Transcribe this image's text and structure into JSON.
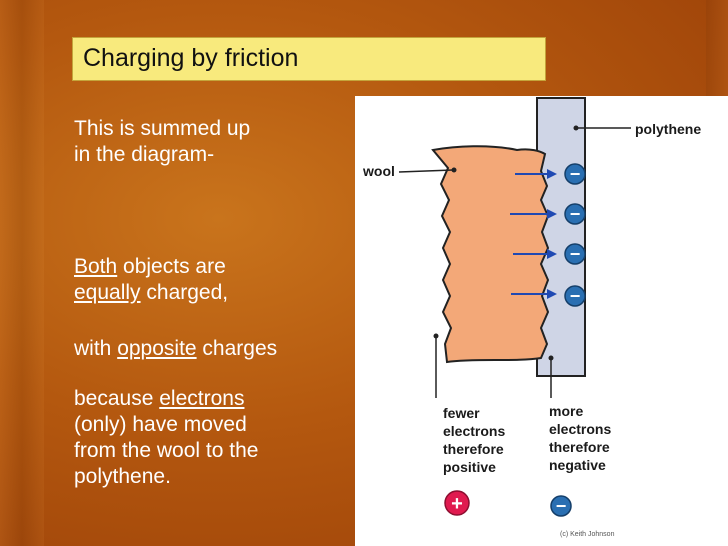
{
  "slide": {
    "title": "Charging by friction",
    "intro_line1": "This is summed up",
    "intro_line2": "in the diagram-",
    "both_word": "Both",
    "both_rest": " objects are",
    "equally_word": "equally",
    "equally_rest": " charged,",
    "with_lead": "with ",
    "opposite_word": "opposite",
    "opposite_rest": " charges",
    "because_lead": "because ",
    "electrons_word": "electrons ",
    "line_only": "(only) have moved",
    "line_from": "from the wool to the",
    "line_poly": "polythene."
  },
  "diagram": {
    "label_wool": "wool",
    "label_polythene": "polythene",
    "wool_caption": [
      "fewer",
      "electrons",
      "therefore",
      "positive"
    ],
    "poly_caption": [
      "more",
      "electrons",
      "therefore",
      "negative"
    ],
    "credit": "(c) Keith Johnson",
    "minus_glyph": "−",
    "plus_glyph": "+"
  },
  "colors": {
    "title_bg": "#f8ea7d",
    "wool": "#f3a878",
    "polythene": "#cfd5e6",
    "charge": "#2a6fb2",
    "positive": "#e01a4f",
    "arrow": "#1f49b3"
  }
}
